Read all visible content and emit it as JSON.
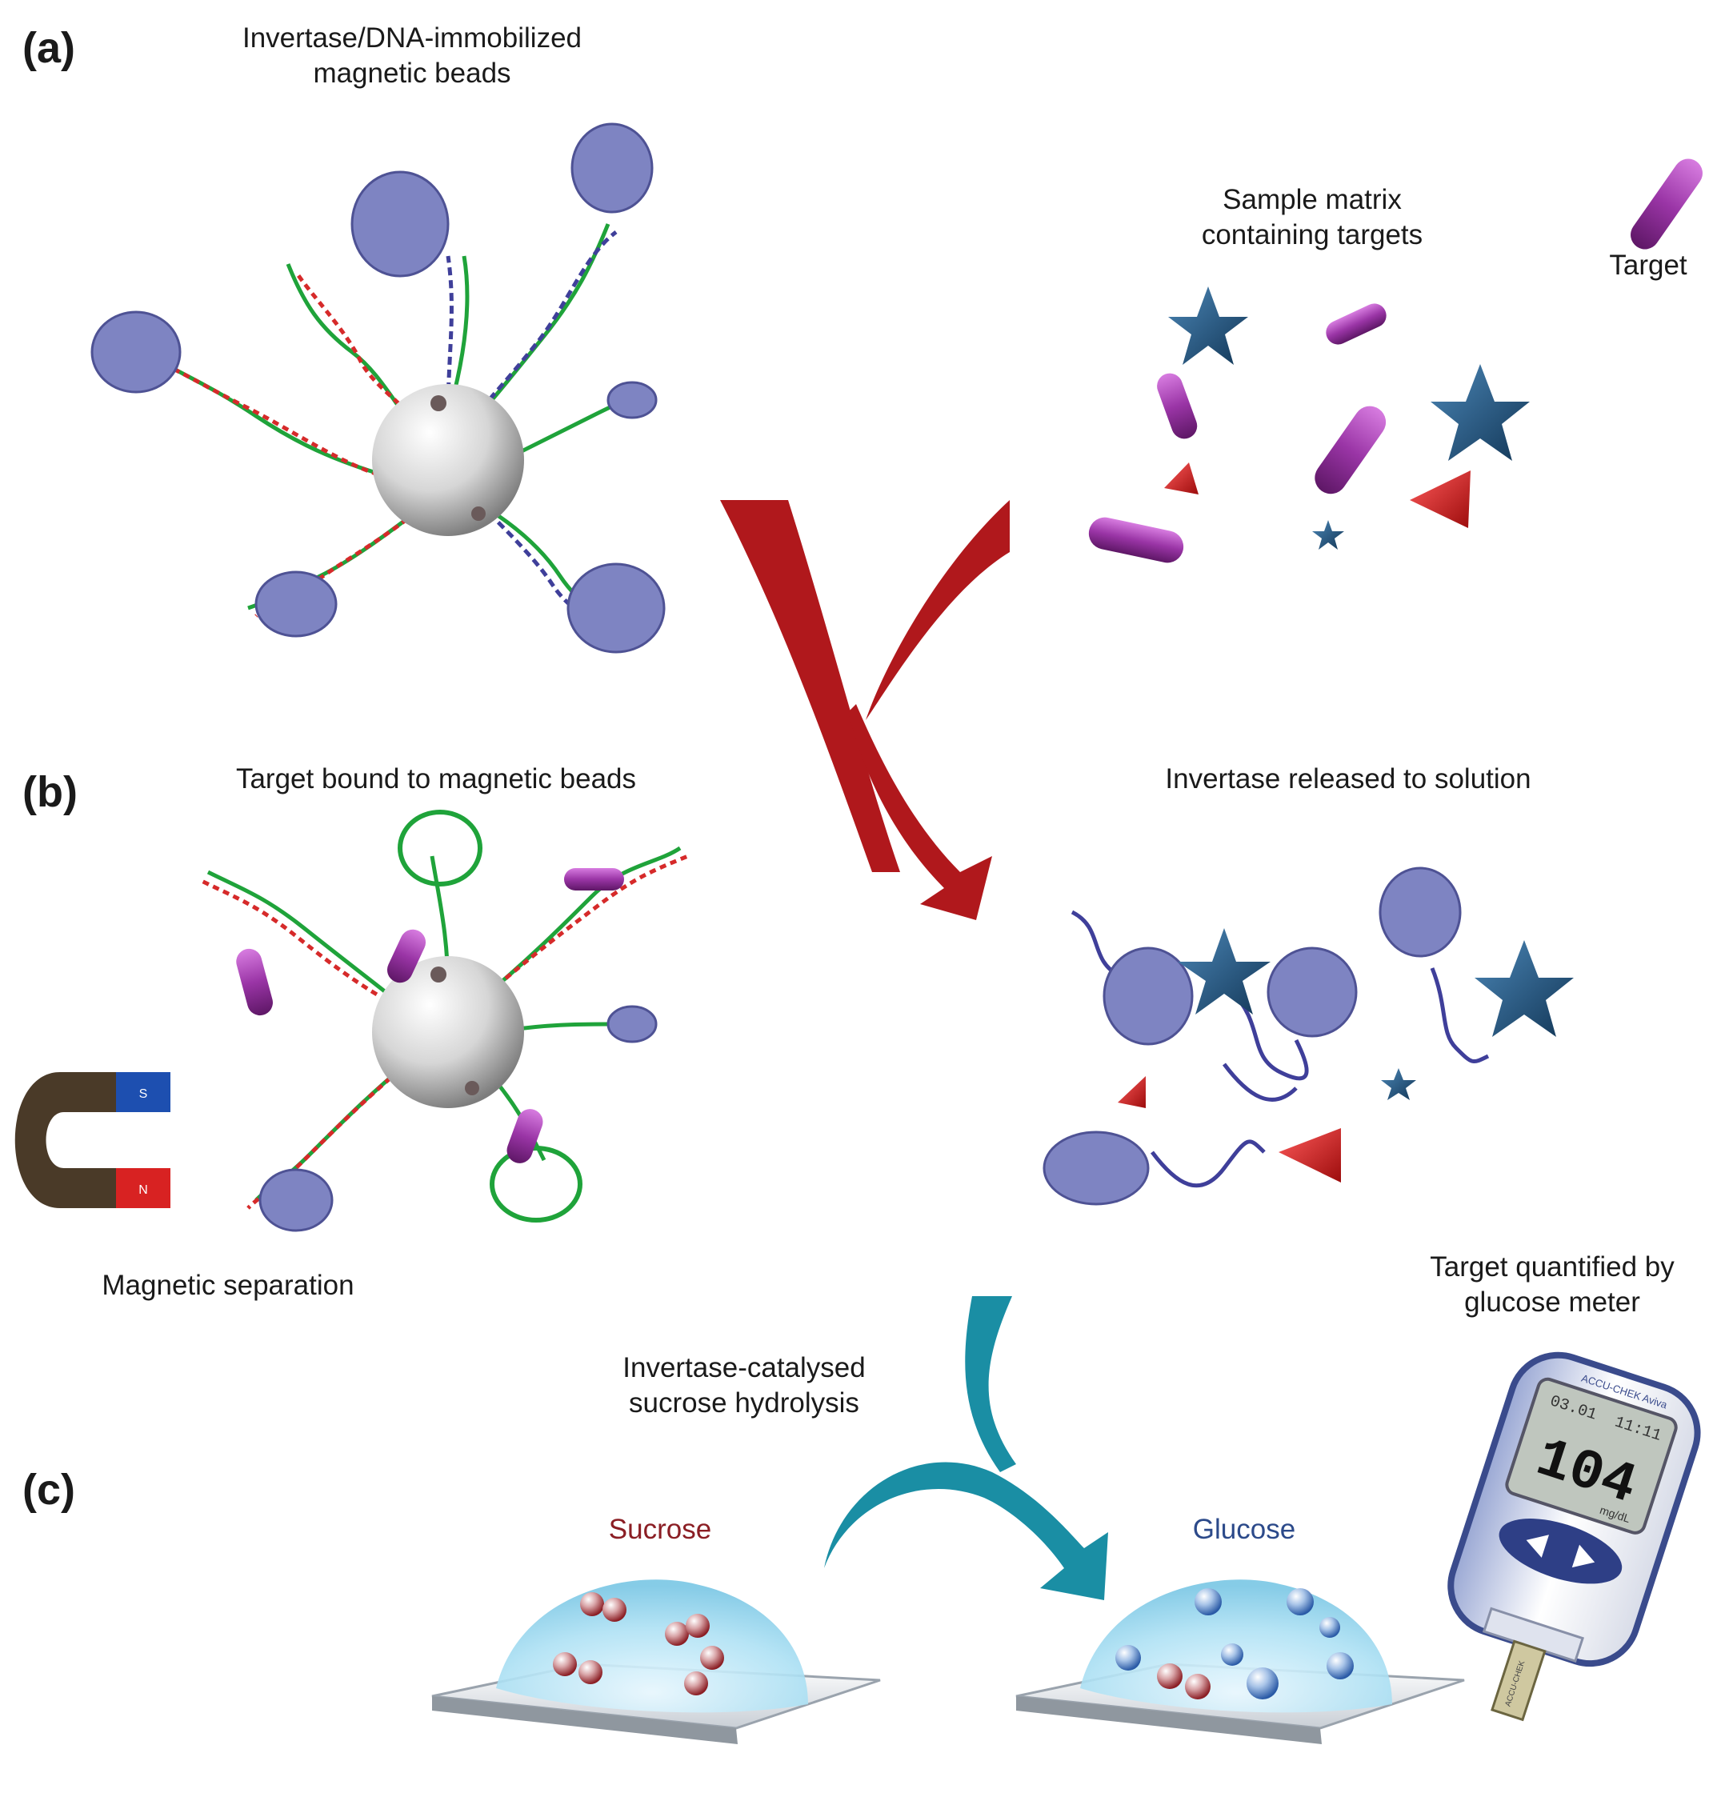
{
  "panels": {
    "a": "(a)",
    "b": "(b)",
    "c": "(c)"
  },
  "labels": {
    "beads_line1": "Invertase/DNA-immobilized",
    "beads_line2": "magnetic beads",
    "matrix_line1": "Sample matrix",
    "matrix_line2": "containing targets",
    "target": "Target",
    "target_bound": "Target bound to magnetic beads",
    "invertase_released": "Invertase released to solution",
    "magnetic_separation": "Magnetic separation",
    "hydrolysis_line1": "Invertase-catalysed",
    "hydrolysis_line2": "sucrose hydrolysis",
    "quantified_line1": "Target quantified by",
    "quantified_line2": "glucose meter",
    "sucrose": "Sucrose",
    "glucose": "Glucose"
  },
  "magnet": {
    "s_pole": "S",
    "n_pole": "N"
  },
  "meter": {
    "reading": "104",
    "unit": "mg/dL",
    "time": "11:11",
    "date": "03.01",
    "brand": "ACCU-CHEK Aviva",
    "strip": "ACCU-CHEK"
  },
  "colors": {
    "arrow_red": "#b0181c",
    "arrow_teal": "#1a8ea4",
    "enzyme": "#7e84c2",
    "dna_green": "#1fa33a",
    "dna_red": "#d62a2a",
    "target_purple": "#8e2f9a",
    "star_blue": "#1d4d78",
    "sucrose_red": "#8b1e24",
    "glucose_blue": "#2c4a8a"
  }
}
